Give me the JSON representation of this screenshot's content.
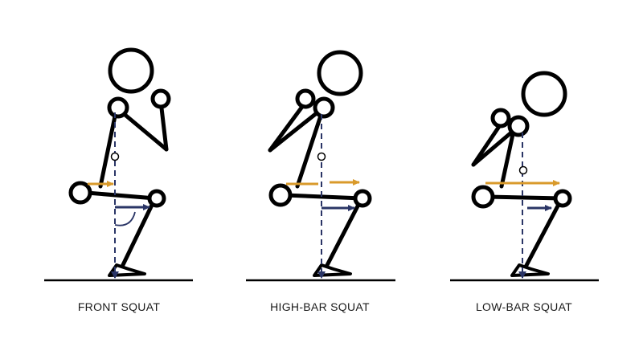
{
  "captions": {
    "front": "FRONT SQUAT",
    "high_bar": "HIGH-BAR SQUAT",
    "low_bar": "LOW-BAR SQUAT"
  },
  "colors": {
    "stroke": "#000000",
    "moment_arm_upper": "#d99a2b",
    "moment_arm_lower": "#2a3566",
    "plumb_line": "#2a3566"
  }
}
